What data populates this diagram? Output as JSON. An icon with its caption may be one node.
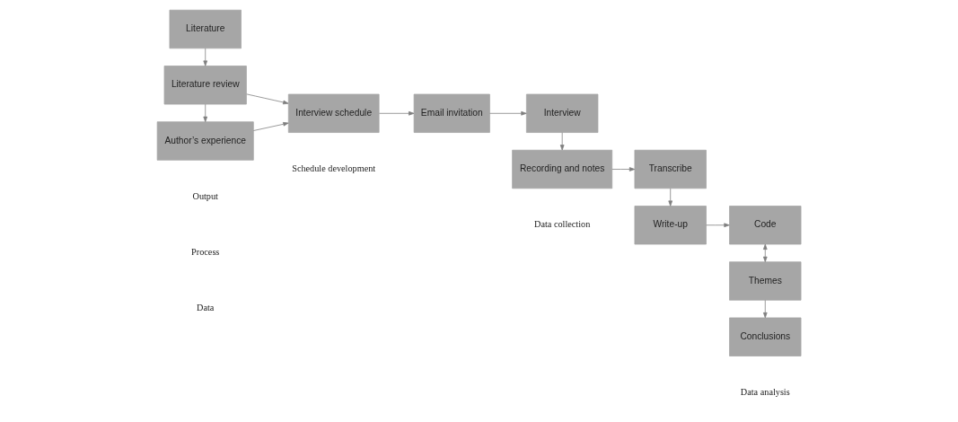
{
  "diagram": {
    "nodes": [
      {
        "text": [
          "Literature"
        ]
      },
      {
        "text": [
          "Literature review"
        ]
      },
      {
        "text": [
          "Author’s experience"
        ]
      },
      {
        "text": [
          "Interview schedule"
        ]
      },
      {
        "text": [
          "Email invitation"
        ]
      },
      {
        "text": [
          "Interview"
        ]
      },
      {
        "text": [
          "Recording and notes"
        ]
      },
      {
        "text": [
          "Transcribe"
        ]
      },
      {
        "text": [
          "Write-up"
        ]
      },
      {
        "text": [
          "Code"
        ]
      },
      {
        "text": [
          "Themes"
        ]
      },
      {
        "text": [
          "Conclusions"
        ]
      }
    ],
    "edges": [
      {
        "from": 0,
        "to": 1,
        "arrow": "to"
      },
      {
        "from": 1,
        "to": 2,
        "arrow": "to"
      },
      {
        "from": 1,
        "to": 3,
        "arrow": "to"
      },
      {
        "from": 2,
        "to": 3,
        "arrow": "to"
      },
      {
        "from": 3,
        "to": 4,
        "arrow": "to"
      },
      {
        "from": 4,
        "to": 5,
        "arrow": "to"
      },
      {
        "from": 5,
        "to": 6,
        "arrow": "to"
      },
      {
        "from": 6,
        "to": 7,
        "arrow": "to"
      },
      {
        "from": 7,
        "to": 8,
        "arrow": "to"
      },
      {
        "from": 8,
        "to": 9,
        "arrow": "to"
      },
      {
        "from": 9,
        "to": 10,
        "arrow": "both"
      },
      {
        "from": 10,
        "to": 11,
        "arrow": "to"
      }
    ],
    "labels": [
      "Schedule development",
      "Data collection",
      "Data analysis",
      "Data",
      "Process",
      "Output"
    ]
  }
}
